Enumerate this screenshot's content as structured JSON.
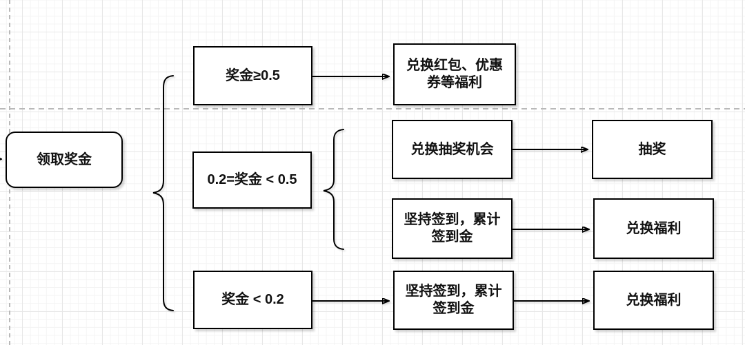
{
  "canvas": {
    "background": "#ffffff",
    "grid_minor_color": "#f4f4f4",
    "grid_major_color": "#e7e7e7",
    "page_boundary_color": "#b9b9b9",
    "shape_stroke_color": "#000000",
    "shape_fill_color": "#ffffff"
  },
  "nodes": {
    "start": {
      "label": "领取奖金"
    },
    "cond_high": {
      "label": "奖金≥0.5"
    },
    "reward_high": {
      "label": "兑换红包、优惠\n券等福利"
    },
    "cond_mid": {
      "label": "0.2=奖金 < 0.5"
    },
    "exchange_lottery": {
      "label": "兑换抽奖机会"
    },
    "lottery": {
      "label": "抽奖"
    },
    "signin_mid": {
      "label": "坚持签到，累计\n签到金"
    },
    "welfare_mid": {
      "label": "兑换福利"
    },
    "cond_low": {
      "label": "奖金 < 0.2"
    },
    "signin_low": {
      "label": "坚持签到，累计\n签到金"
    },
    "welfare_low": {
      "label": "兑换福利"
    }
  }
}
